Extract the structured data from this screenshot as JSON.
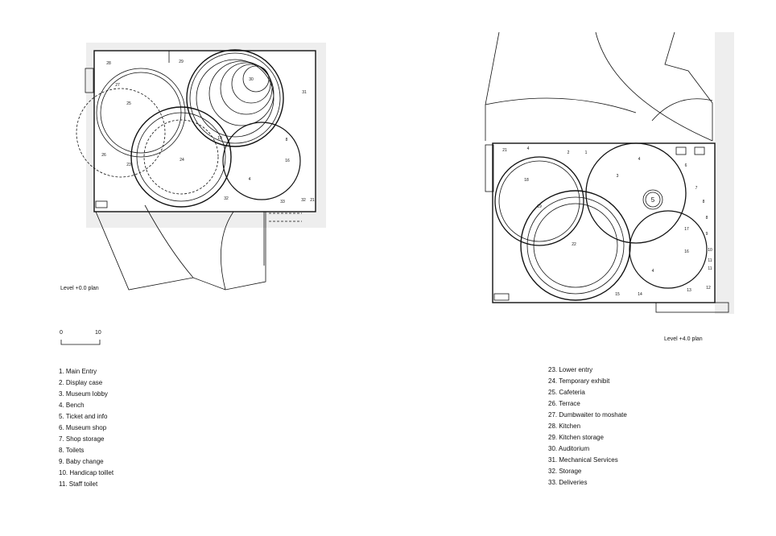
{
  "plans": [
    {
      "caption": "Level +0.0 plan",
      "rooms": [
        "28",
        "29",
        "27",
        "25",
        "30",
        "31",
        "26",
        "23",
        "24",
        "19",
        "8",
        "16",
        "4",
        "32",
        "33",
        "32",
        "21"
      ]
    },
    {
      "caption": "Level +4.0 plan",
      "rooms": [
        "21",
        "4",
        "2",
        "1",
        "4",
        "6",
        "18",
        "3",
        "7",
        "5",
        "8",
        "19",
        "8",
        "9",
        "17",
        "22",
        "16",
        "10",
        "11",
        "11",
        "4",
        "13",
        "12",
        "15",
        "14"
      ]
    }
  ],
  "scale": {
    "start": "0",
    "end": "10"
  },
  "legend_left": [
    "1. Main Entry",
    "2. Display case",
    "3. Museum lobby",
    "4. Bench",
    "5. Ticket and info",
    "6. Museum shop",
    "7. Shop storage",
    "8. Toilets",
    "9. Baby change",
    "10. Handicap toillet",
    "11. Staff toilet"
  ],
  "legend_right": [
    "23. Lower entry",
    "24. Temporary exhibit",
    "25. Cafeteria",
    "26. Terrace",
    "27. Dumbwaiter to moshate",
    "28. Kitchen",
    "29. Kitchen storage",
    "30. Auditorium",
    "31. Mechanical Services",
    "32. Storage",
    "33. Deliveries"
  ],
  "colors": {
    "line": "#111111",
    "shade": "#eeeeee"
  }
}
